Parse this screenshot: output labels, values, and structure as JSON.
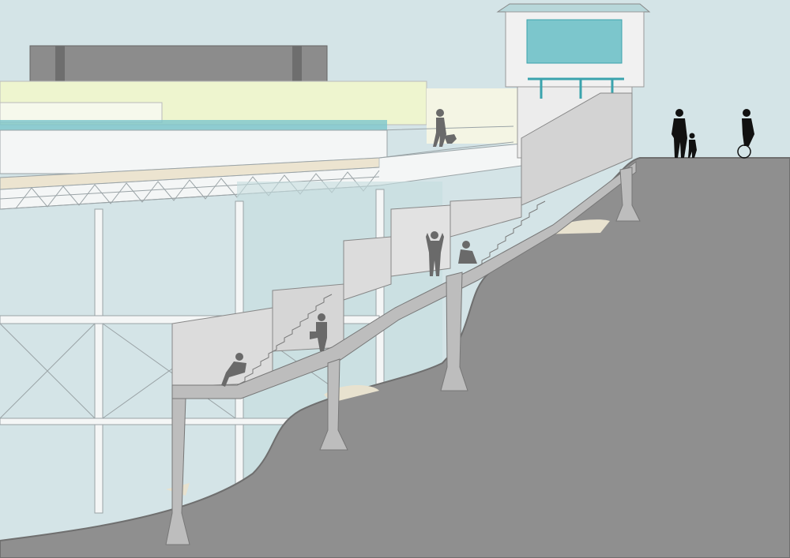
{
  "colors": {
    "sky": "#d4e4e7",
    "ground": "#8f8f8f",
    "ground_edge": "#6f6f6f",
    "concrete": "#bdbdbd",
    "concrete_dark": "#a3a3a3",
    "wall_light": "#dcdcdc",
    "pier_white": "#f4f6f6",
    "pier_line": "#9aa3a6",
    "roof_grey": "#8c8c8c",
    "pale_yellow": "#eef5cf",
    "teal": "#7cc6cc",
    "teal_dark": "#3aa3ad",
    "water": "#bfd9dc",
    "shingle": "#e8e2cf",
    "silhouette_grey": "#6a6a6a",
    "silhouette_black": "#111111"
  },
  "figures": [
    "seated-person-silhouette",
    "seated-person-silhouette",
    "standing-person-silhouette",
    "crouching-person-silhouette",
    "walking-person-with-dog-silhouette",
    "adult-and-child-silhouette",
    "cyclist-silhouette"
  ]
}
